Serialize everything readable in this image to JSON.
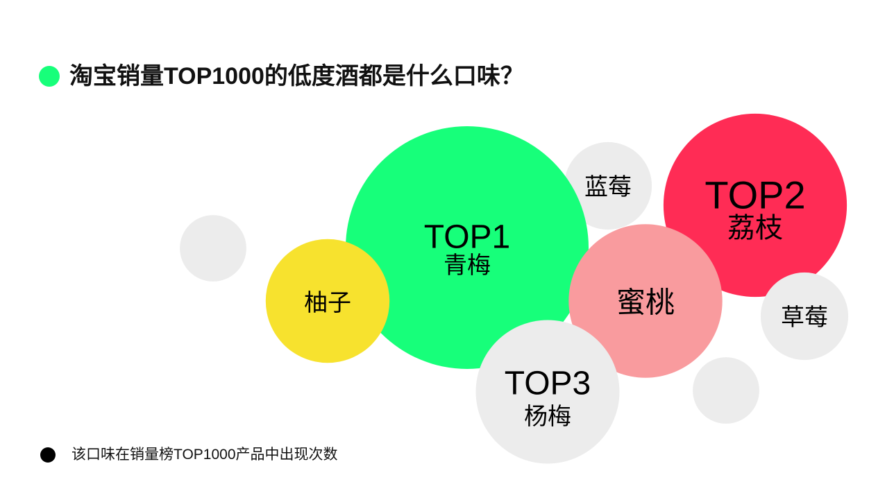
{
  "chart_data": {
    "type": "scatter",
    "title": "淘宝销量TOP1000的低度酒都是什么口味？",
    "title_marker_color": "#17ff7a",
    "legend": {
      "text": "该口味在销量榜TOP1000产品中出现次数",
      "position": "bottom-left",
      "marker_color": "#000000"
    },
    "bubbles": [
      {
        "rank": "TOP1",
        "label": "青梅",
        "relative_count": 1.0,
        "color": "#17ff7a"
      },
      {
        "rank": "TOP2",
        "label": "荔枝",
        "relative_count": 0.57,
        "color": "#ff2c55"
      },
      {
        "rank": "TOP3",
        "label": "杨梅",
        "relative_count": 0.35,
        "color": "#ececec"
      },
      {
        "label": "蜜桃",
        "relative_count": 0.4,
        "color": "#f99b9e"
      },
      {
        "label": "柚子",
        "relative_count": 0.26,
        "color": "#f7e22e"
      },
      {
        "label": "草莓",
        "relative_count": 0.13,
        "color": "#ececec"
      },
      {
        "label": "蓝莓",
        "relative_count": 0.13,
        "color": "#ececec"
      },
      {
        "relative_count": 0.075,
        "color": "#ececec"
      },
      {
        "relative_count": 0.075,
        "color": "#ececec"
      }
    ]
  }
}
